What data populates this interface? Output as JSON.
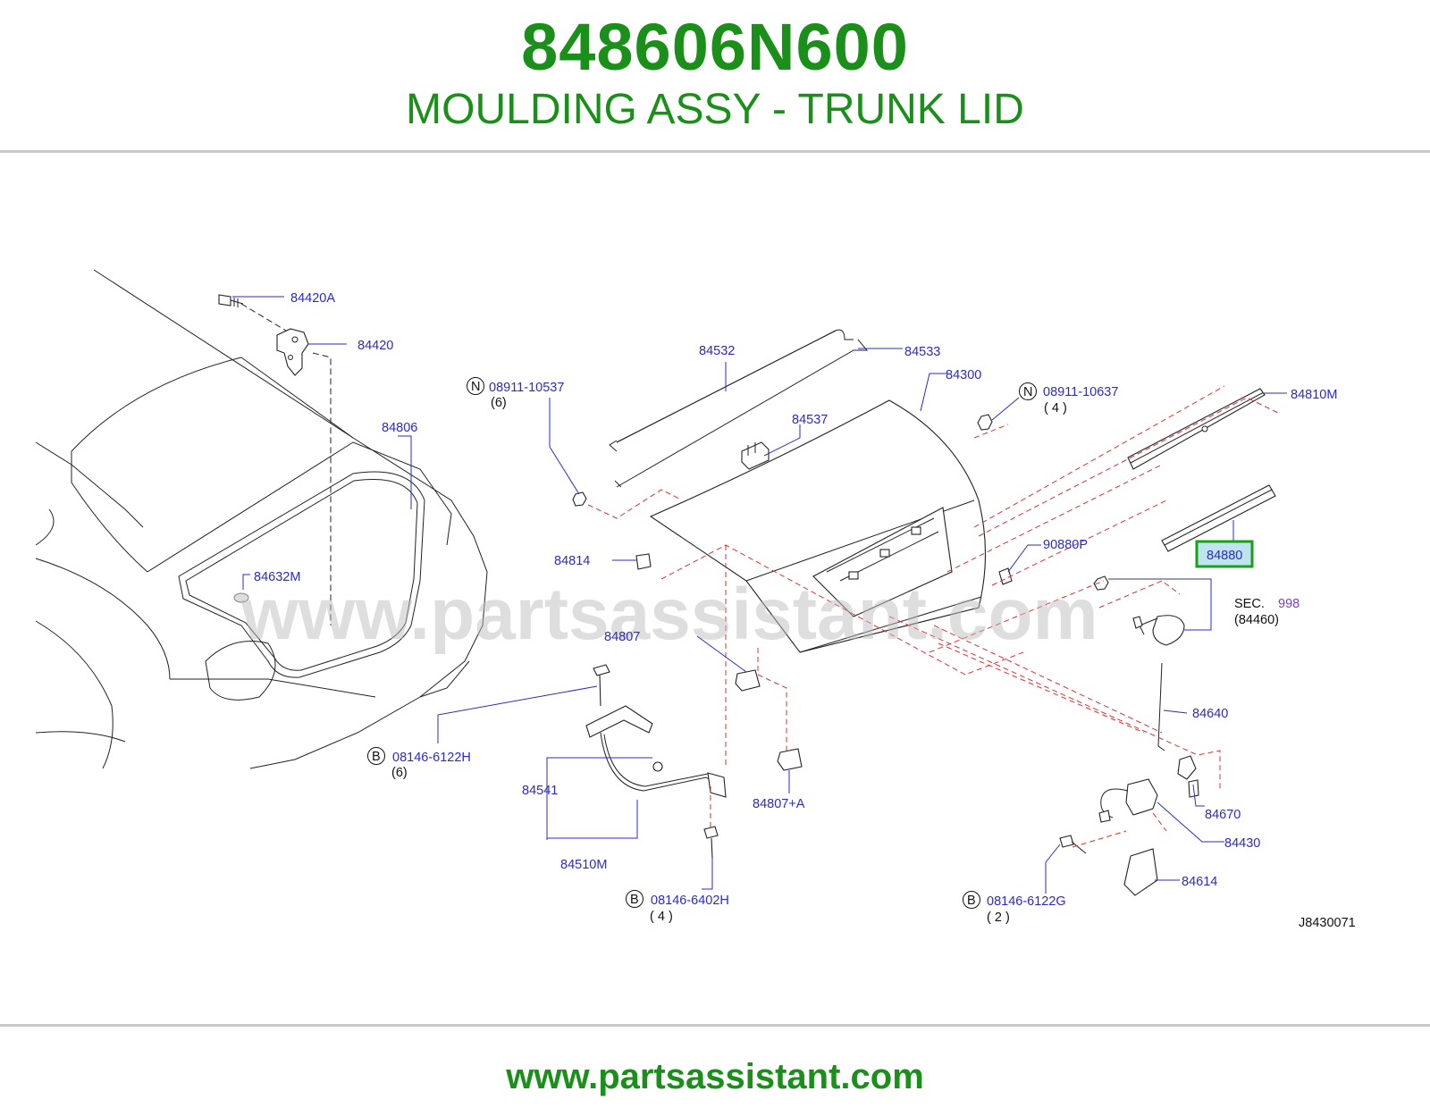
{
  "header": {
    "part_number": "848606N600",
    "description": "MOULDING ASSY - TRUNK LID"
  },
  "watermark": "www.partsassistant.com",
  "footer": {
    "url": "www.partsassistant.com"
  },
  "diagram": {
    "code": "J8430071",
    "highlight_color": "#16a316",
    "callouts": {
      "c84420A": "84420A",
      "c84420": "84420",
      "c84806": "84806",
      "c84632M": "84632M",
      "c84532": "84532",
      "c84533": "84533",
      "c84300": "84300",
      "c84537": "84537",
      "n08911_10537": "08911-10537",
      "n08911_10537_qty": "(6)",
      "n08911_10637": "08911-10637",
      "n08911_10637_qty": "( 4 )",
      "c84810M": "84810M",
      "c84880": "84880",
      "c90880P": "90880P",
      "c84814": "84814",
      "c84807": "84807",
      "sec_label": "SEC.",
      "sec_number": "998",
      "sec_ref": "(84460)",
      "c84640": "84640",
      "b08146_6122H": "08146-6122H",
      "b08146_6122H_qty": "(6)",
      "c84541": "84541",
      "c84807A": "84807+A",
      "c84510M": "84510M",
      "c84670": "84670",
      "c84430": "84430",
      "c84614": "84614",
      "b08146_6402H": "08146-6402H",
      "b08146_6402H_qty": "( 4 )",
      "b08146_6122G": "08146-6122G",
      "b08146_6122G_qty": "( 2 )",
      "badge_n": "N",
      "badge_b": "B"
    }
  }
}
